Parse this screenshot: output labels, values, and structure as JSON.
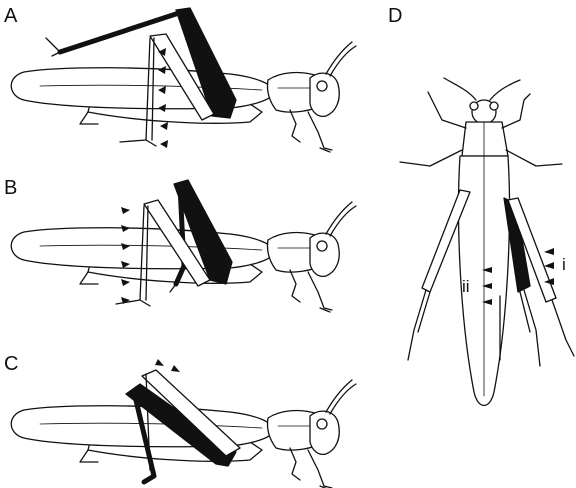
{
  "figure": {
    "panels": [
      {
        "id": "A",
        "label": "A"
      },
      {
        "id": "B",
        "label": "B"
      },
      {
        "id": "C",
        "label": "C"
      },
      {
        "id": "D",
        "label": "D",
        "sub_labels": [
          "ii",
          "i"
        ]
      }
    ]
  }
}
